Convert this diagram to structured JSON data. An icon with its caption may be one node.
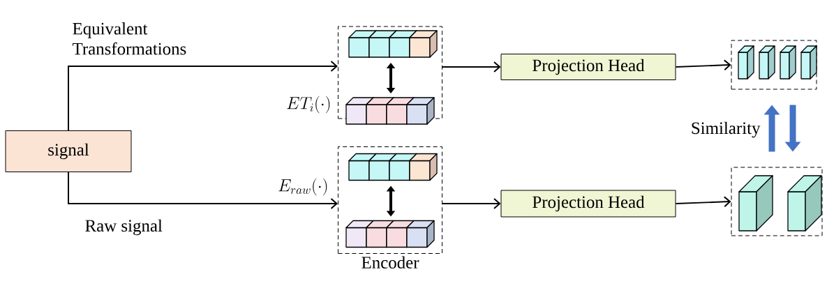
{
  "diagram": {
    "nodes": [
      {
        "text": [
          "signal"
        ]
      },
      {
        "text": [],
        "shape": "box"
      },
      {
        "text": [],
        "shape": "box",
        "beside": [
          "Encoder"
        ]
      },
      {
        "text": [
          "Projection Head"
        ]
      },
      {
        "text": [
          "Projection Head"
        ]
      },
      {
        "text": [],
        "shape": "box"
      },
      {
        "text": [],
        "shape": "box"
      }
    ],
    "edges": [
      {
        "from": 0,
        "to": 1,
        "arrow": "to",
        "label": "Equivalent Transformations"
      },
      {
        "from": 0,
        "to": 2,
        "arrow": "to",
        "label": "Raw signal"
      },
      {
        "from": 1,
        "to": 3,
        "arrow": "to"
      },
      {
        "from": 2,
        "to": 4,
        "arrow": "to"
      },
      {
        "from": 3,
        "to": 5,
        "arrow": "to"
      },
      {
        "from": 4,
        "to": 6,
        "arrow": "to"
      },
      {
        "from": 6,
        "to": 5,
        "arrow": "to",
        "style": "thick",
        "color": "#4472c4"
      },
      {
        "from": 5,
        "to": 6,
        "arrow": "to",
        "style": "thick",
        "color": "#4472c4"
      }
    ],
    "labels": [
      "ET_i(\\cdot)",
      "E_{raw}(\\cdot)",
      "Similarity"
    ]
  }
}
